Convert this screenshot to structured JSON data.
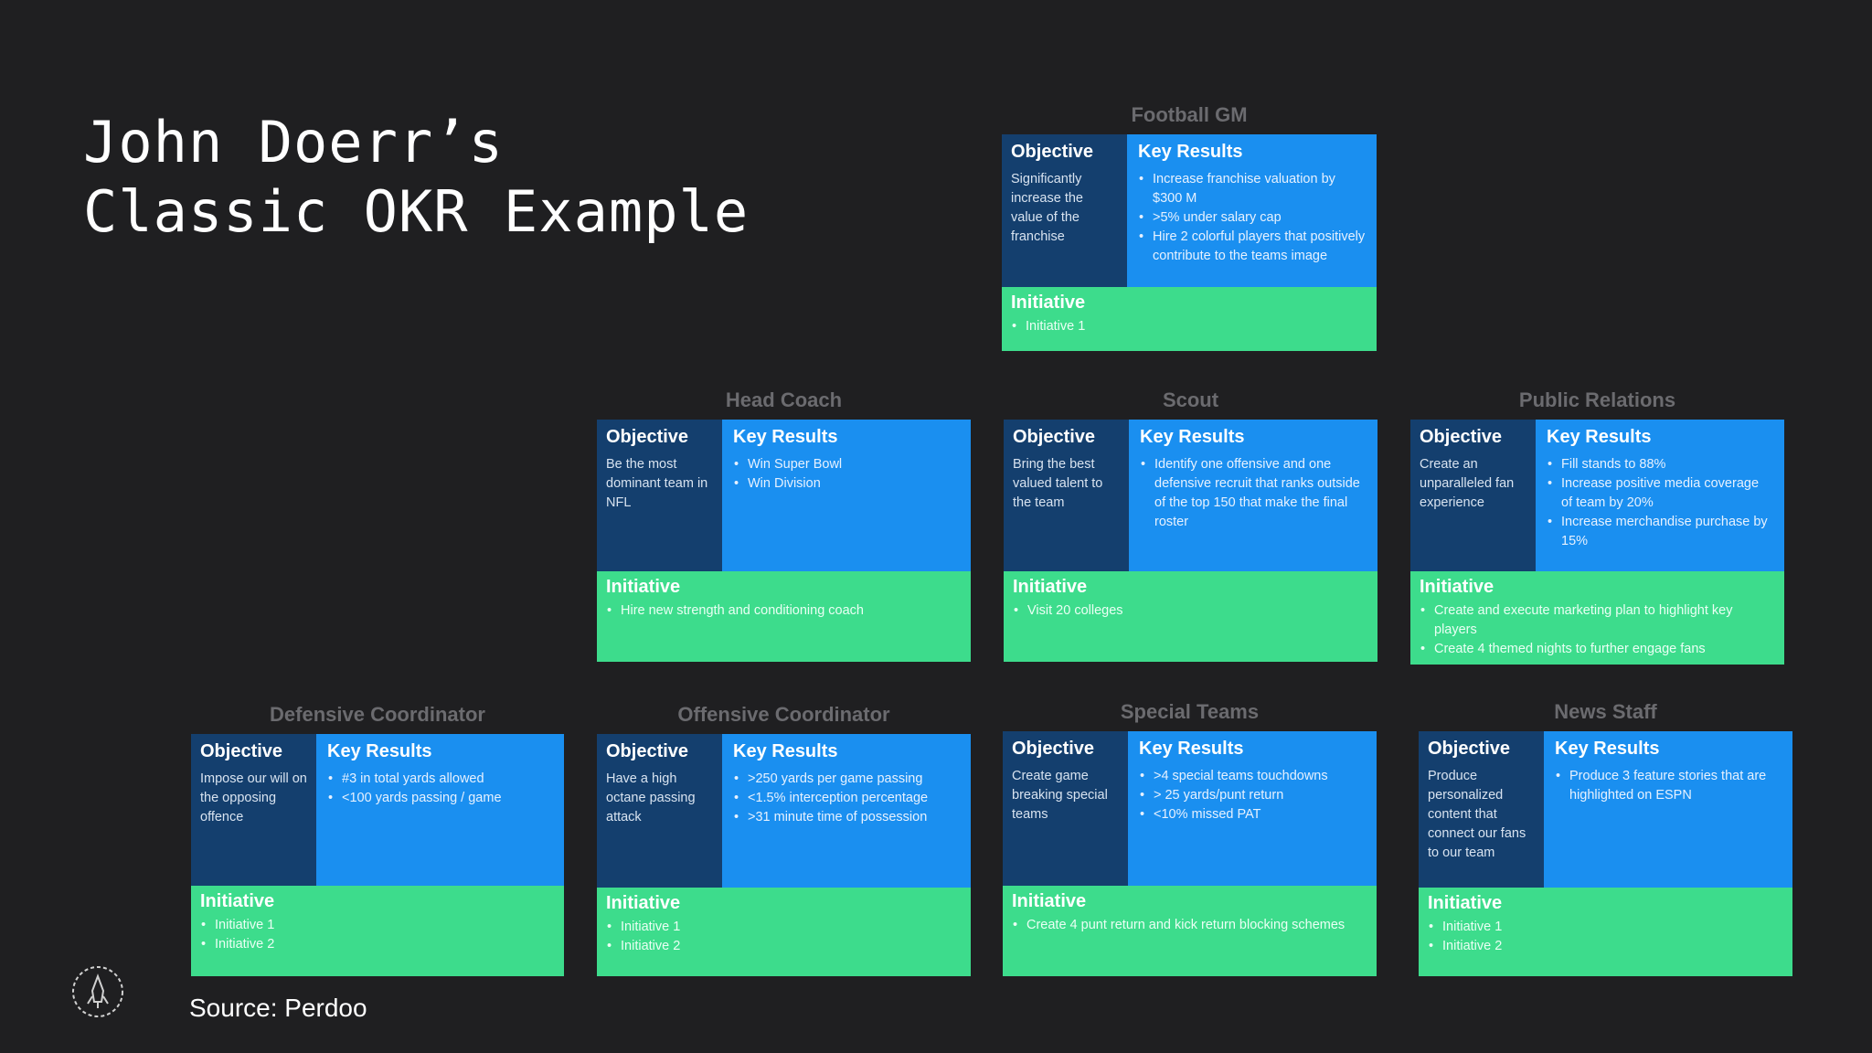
{
  "title": {
    "line1": "John Doerr’s",
    "line2": "Classic OKR Example"
  },
  "labels": {
    "objective": "Objective",
    "key_results": "Key Results",
    "initiative": "Initiative"
  },
  "cards": [
    {
      "role": "Football GM",
      "objective": "Significantly increase the value of the franchise",
      "key_results": [
        "Increase franchise valuation by $300 M",
        ">5% under salary cap",
        "Hire 2 colorful players that positively contribute to the teams image"
      ],
      "initiatives": [
        "Initiative 1"
      ]
    },
    {
      "role": "Head Coach",
      "objective": "Be the most dominant team in NFL",
      "key_results": [
        "Win Super Bowl",
        "Win Division"
      ],
      "initiatives": [
        "Hire new strength and conditioning coach"
      ]
    },
    {
      "role": "Scout",
      "objective": "Bring the best valued talent to the team",
      "key_results": [
        "Identify one offensive and one defensive recruit that ranks outside of the top 150 that make the final roster"
      ],
      "initiatives": [
        "Visit 20 colleges"
      ]
    },
    {
      "role": "Public Relations",
      "objective": "Create an unparalleled fan experience",
      "key_results": [
        "Fill stands to 88%",
        "Increase positive media coverage of team by 20%",
        "Increase merchandise purchase by 15%"
      ],
      "initiatives": [
        "Create and execute marketing plan to highlight key players",
        "Create 4 themed nights to further engage fans"
      ]
    },
    {
      "role": "Defensive Coordinator",
      "objective": "Impose our will on the opposing offence",
      "key_results": [
        "#3 in total yards allowed",
        "<100 yards passing / game"
      ],
      "initiatives": [
        "Initiative 1",
        "Initiative 2"
      ]
    },
    {
      "role": "Offensive Coordinator",
      "objective": "Have a high octane passing attack",
      "key_results": [
        ">250 yards per game passing",
        "<1.5% interception percentage",
        ">31 minute time of possession"
      ],
      "initiatives": [
        "Initiative 1",
        "Initiative 2"
      ]
    },
    {
      "role": "Special Teams",
      "objective": "Create game breaking special teams",
      "key_results": [
        ">4 special teams touchdowns",
        "> 25 yards/punt return",
        "<10% missed PAT"
      ],
      "initiatives": [
        "Create 4 punt return and kick return blocking schemes"
      ]
    },
    {
      "role": "News Staff",
      "objective": "Produce personalized content that connect our fans to our team",
      "key_results": [
        "Produce 3 feature stories that are highlighted on ESPN"
      ],
      "initiatives": [
        "Initiative 1",
        "Initiative 2"
      ]
    }
  ],
  "source": "Source: Perdoo",
  "logo_icon": "rocket-logo-icon",
  "colors": {
    "background": "#1f1f21",
    "objective": "#143f6e",
    "key_results": "#1a8ff0",
    "initiative": "#3ddc8c",
    "role_label": "#6b6b6f"
  }
}
